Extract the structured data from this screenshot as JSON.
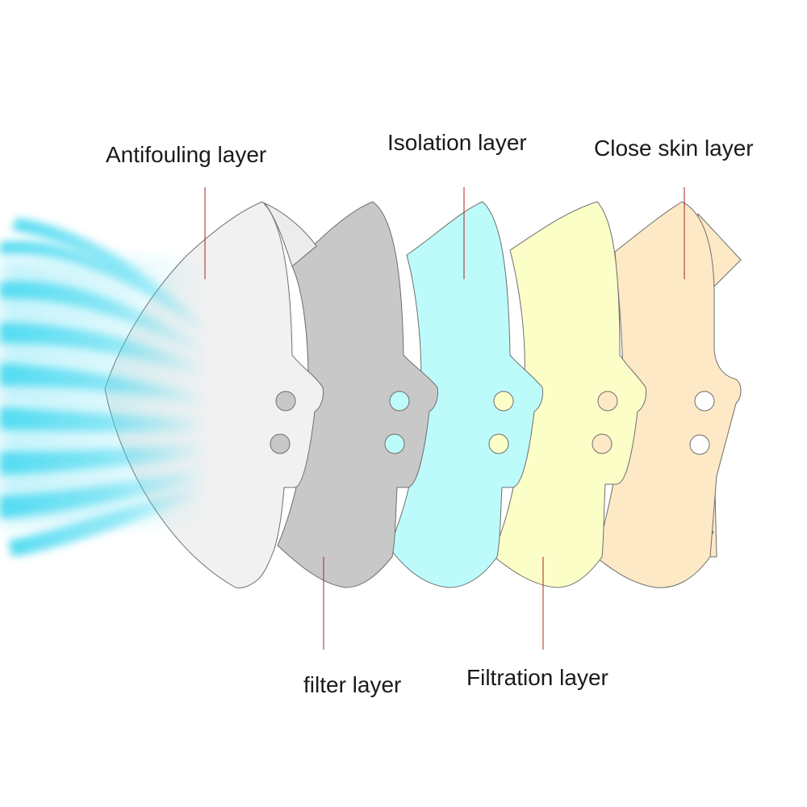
{
  "labels": {
    "antifouling": "Antifouling layer",
    "isolation": "Isolation layer",
    "close_skin": "Close skin layer",
    "filter": "filter layer",
    "filtration": "Filtration layer"
  },
  "colors": {
    "antifouling_fill": "#f1f1f1",
    "filter_fill": "#c8c8c8",
    "isolation_fill": "#bdfbfb",
    "filtration_fill": "#fcfec8",
    "close_skin_fill": "#fde9c6",
    "outline": "#6e6e6e",
    "leader_line": "#b02020",
    "airflow": "#39d6ef"
  }
}
